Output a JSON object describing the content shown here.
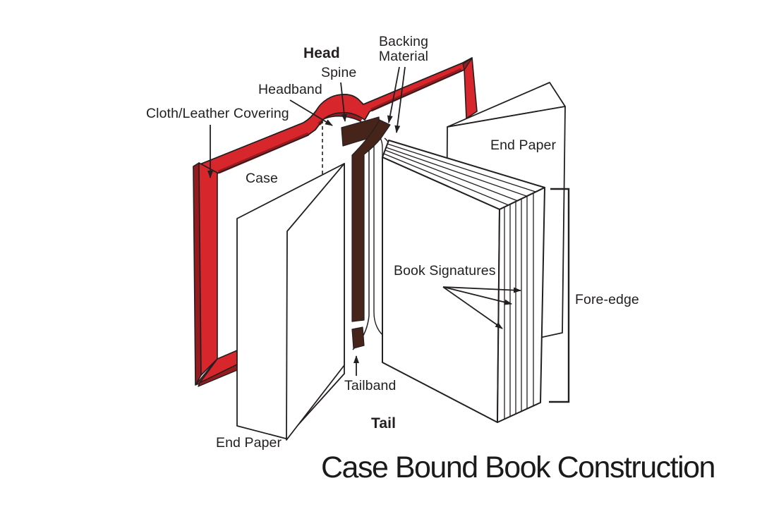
{
  "title": "Case Bound Book Construction",
  "colors": {
    "case-red": "#d7262c",
    "case-red-dark": "#971b1e",
    "band-brown": "#46241a",
    "line": "#231f20",
    "paper": "#ffffff"
  },
  "labels": {
    "cloth_leather_covering": "Cloth/Leather Covering",
    "head": "Head",
    "spine": "Spine",
    "headband": "Headband",
    "backing_material": "Backing\nMaterial",
    "case": "Case",
    "end_paper_right": "End Paper",
    "book_signatures": "Book Signatures",
    "fore_edge": "Fore-edge",
    "tailband": "Tailband",
    "tail": "Tail",
    "end_paper_left": "End Paper"
  }
}
